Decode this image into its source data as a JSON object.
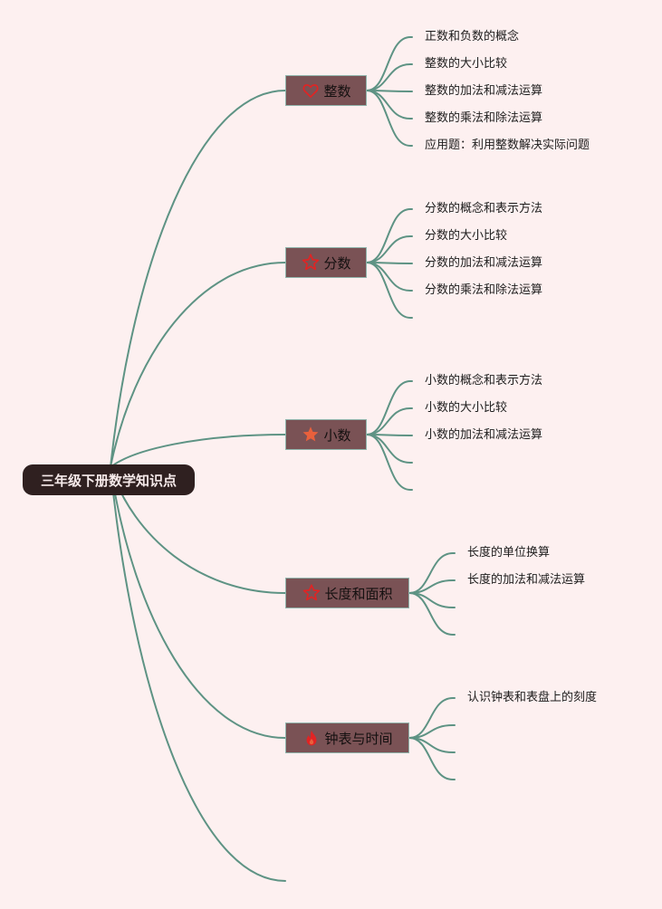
{
  "root": {
    "label": "三年级下册数学知识点"
  },
  "colors": {
    "background": "#fdf0f0",
    "line": "#5e9384",
    "root_fill": "#2f2020",
    "branch_fill": "#7a5255",
    "icon_red": "#e02424",
    "icon_orange": "#e8603c"
  },
  "branches": [
    {
      "label": "整数",
      "icon": "heart-outline-icon",
      "items": [
        "正数和负数的概念",
        "整数的大小比较",
        "整数的加法和减法运算",
        "整数的乘法和除法运算",
        "应用题：利用整数解决实际问题"
      ]
    },
    {
      "label": "分数",
      "icon": "star-outline-icon",
      "items": [
        "分数的概念和表示方法",
        "分数的大小比较",
        "分数的加法和减法运算",
        "分数的乘法和除法运算",
        ""
      ]
    },
    {
      "label": "小数",
      "icon": "star-filled-icon",
      "items": [
        "小数的概念和表示方法",
        "小数的大小比较",
        "小数的加法和减法运算",
        "",
        ""
      ]
    },
    {
      "label": "长度和面积",
      "icon": "star-outline-icon",
      "items": [
        "长度的单位换算",
        "长度的加法和减法运算",
        "",
        ""
      ]
    },
    {
      "label": "钟表与时间",
      "icon": "flame-icon",
      "items": [
        "认识钟表和表盘上的刻度",
        "",
        "",
        ""
      ]
    },
    {
      "label": "",
      "icon": "",
      "items": []
    }
  ]
}
